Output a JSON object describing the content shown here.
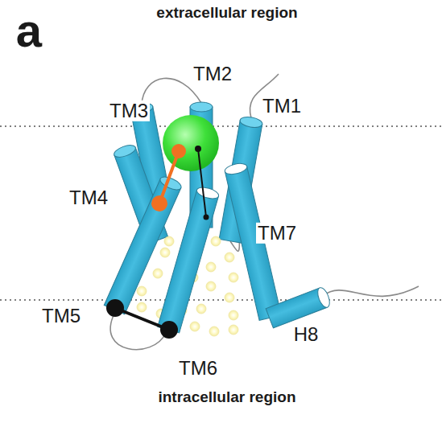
{
  "diagram": {
    "labels": [
      "a",
      "extracellular region",
      "TM2",
      "TM3",
      "TM1",
      "TM4",
      "TM7",
      "TM5",
      "TM6",
      "H8",
      "intracellular region"
    ]
  }
}
